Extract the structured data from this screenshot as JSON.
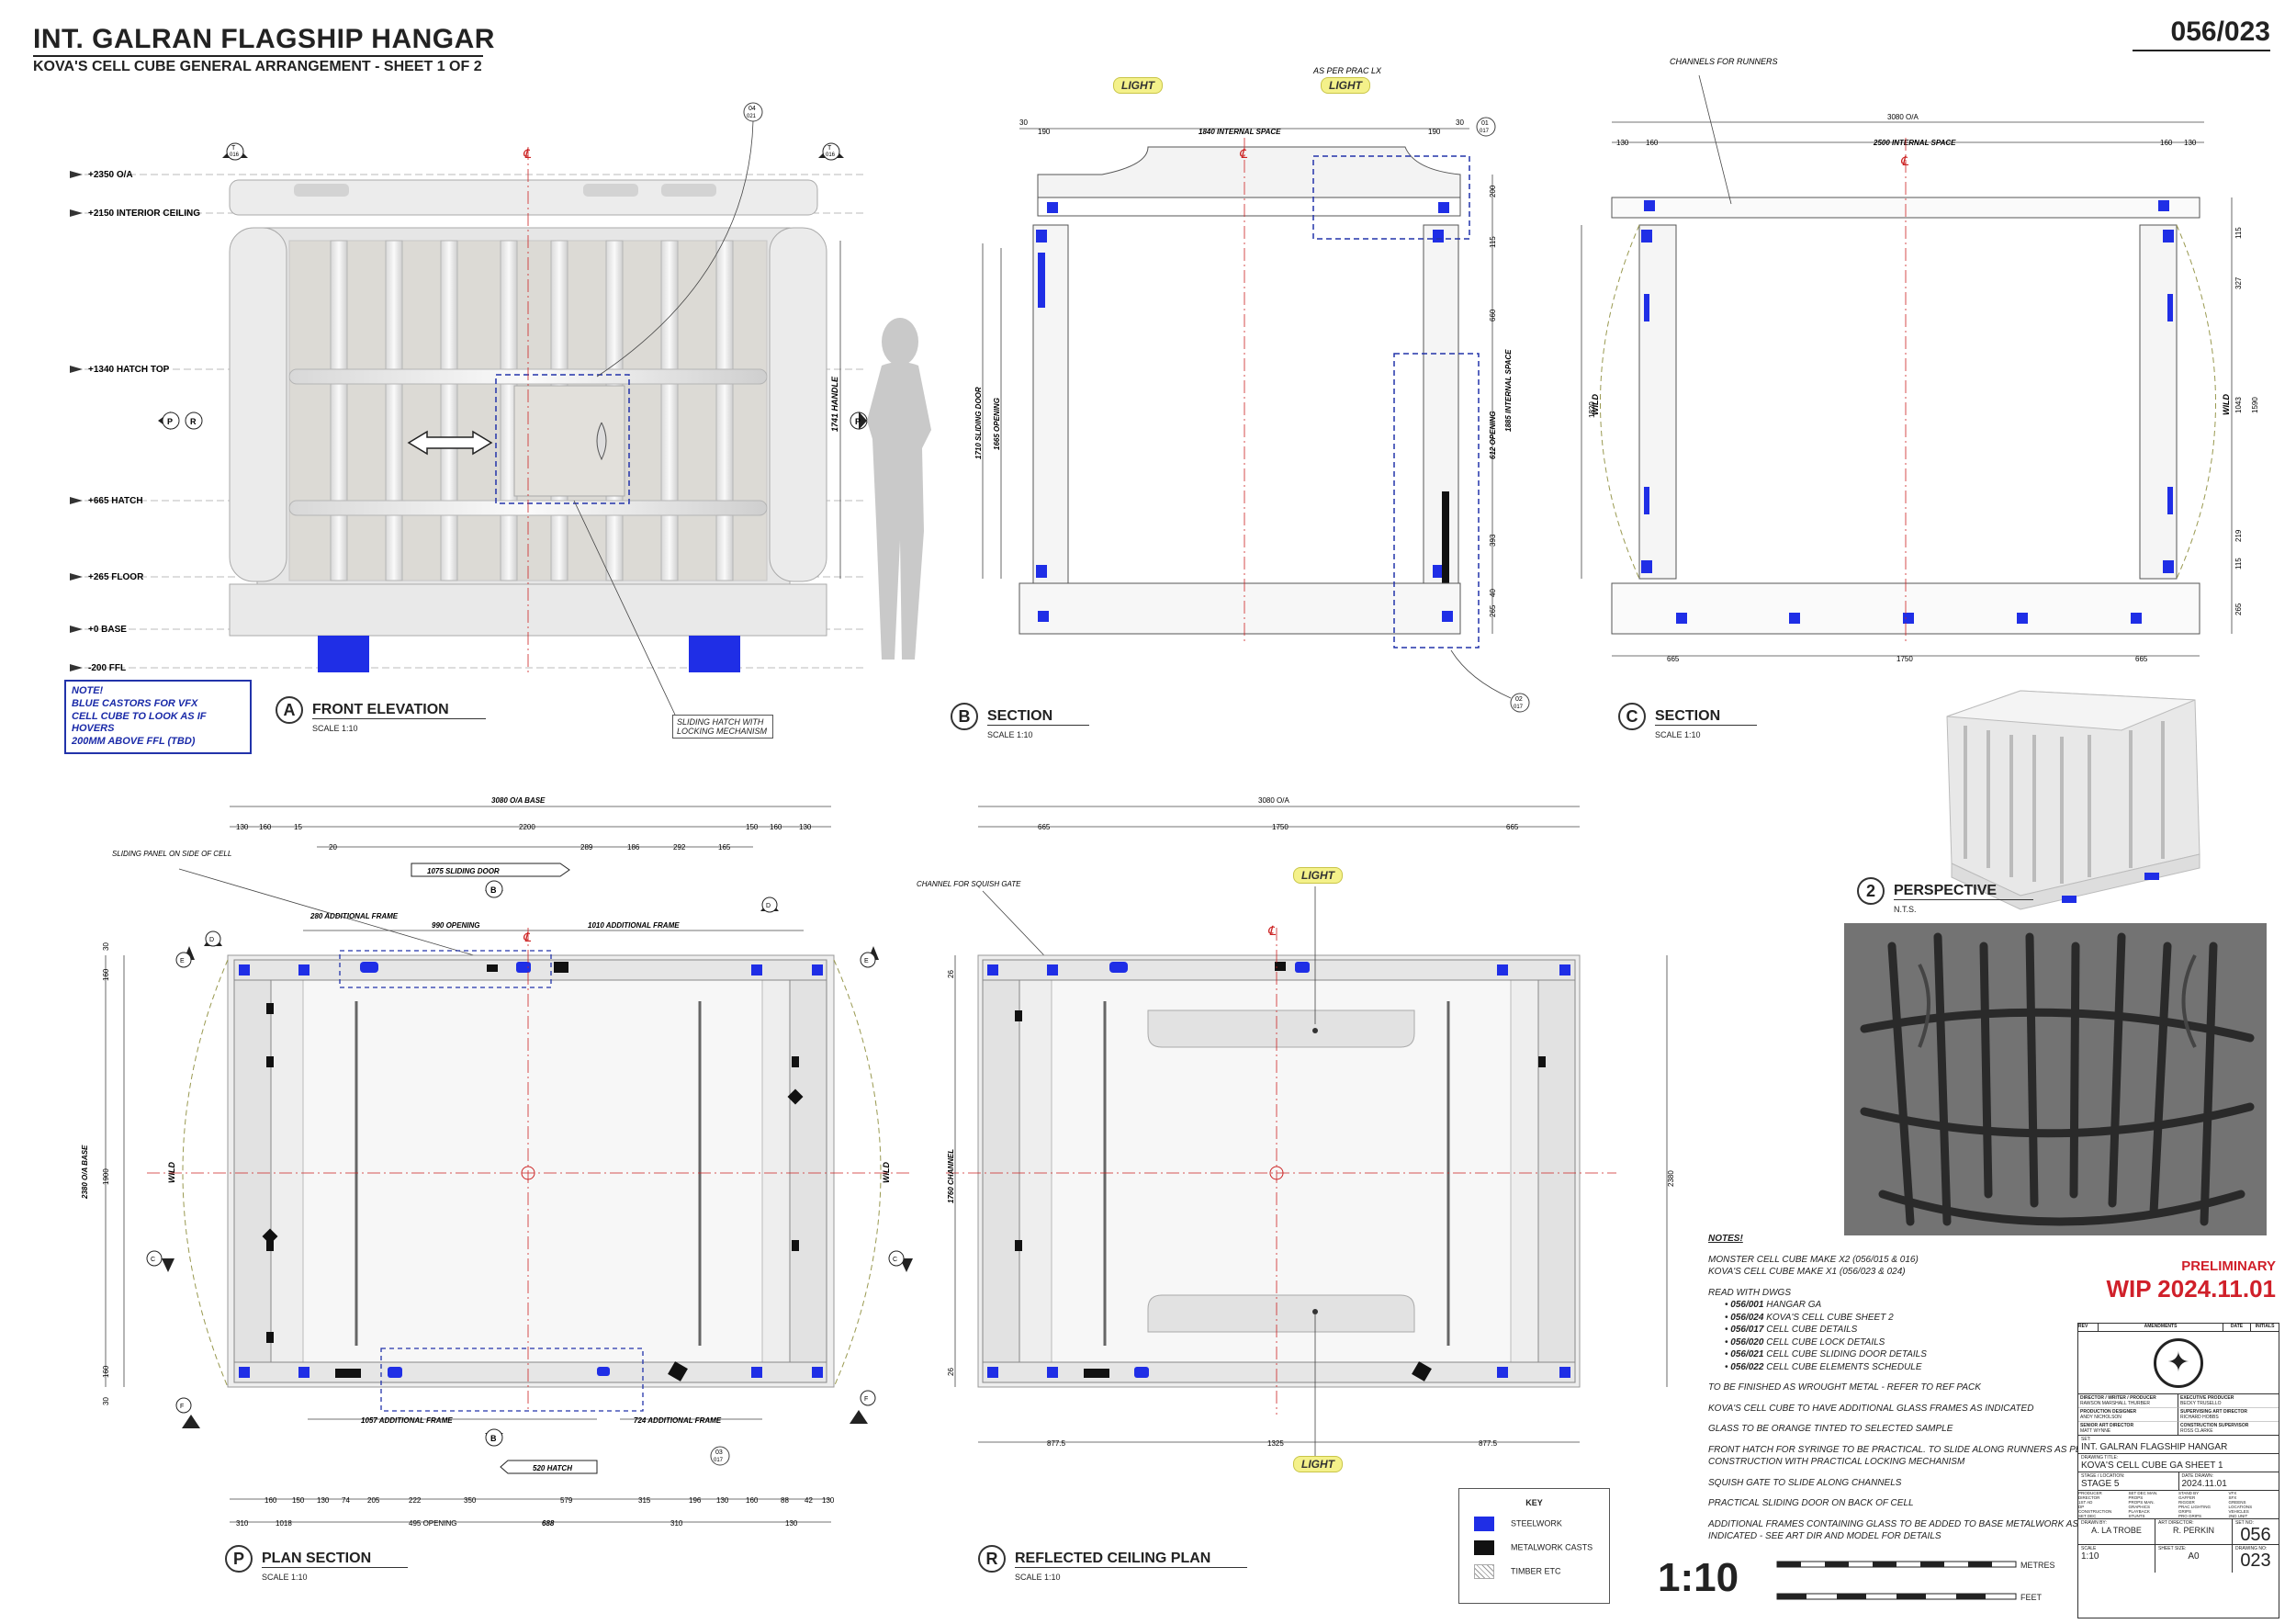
{
  "header": {
    "title": "INT. GALRAN FLAGSHIP HANGAR",
    "subtitle": "KOVA'S CELL CUBE GENERAL ARRANGEMENT - SHEET 1 OF 2",
    "sheet_ref": "056/023"
  },
  "views": {
    "a": {
      "letter": "A",
      "title": "FRONT ELEVATION",
      "scale": "SCALE 1:10"
    },
    "b": {
      "letter": "B",
      "title": "SECTION",
      "scale": "SCALE 1:10"
    },
    "c": {
      "letter": "C",
      "title": "SECTION",
      "scale": "SCALE 1:10"
    },
    "perspective": {
      "letter": "2",
      "title": "PERSPECTIVE",
      "scale": "N.T.S."
    },
    "p": {
      "letter": "P",
      "title": "PLAN SECTION",
      "scale": "SCALE 1:10"
    },
    "r": {
      "letter": "R",
      "title": "REFLECTED CEILING PLAN",
      "scale": "SCALE 1:10"
    }
  },
  "levels": [
    "+2350 O/A",
    "+2150 INTERIOR CEILING",
    "+1340 HATCH TOP",
    "+665 HATCH",
    "+265 FLOOR",
    "+0 BASE",
    "-200 FFL"
  ],
  "callouts": {
    "sliding_hatch": "SLIDING HATCH WITH LOCKING MECHANISM",
    "as_per_prac": "AS PER PRAC LX",
    "channels_runners": "CHANNELS FOR RUNNERS",
    "sliding_panel": "SLIDING PANEL ON SIDE OF CELL",
    "channel_squish": "CHANNEL FOR SQUISH GATE",
    "light": "LIGHT",
    "wild": "WILD",
    "handle": "1741 HANDLE",
    "ref_04": "04",
    "ref_04b": "021",
    "ref_01": "01",
    "ref_01b": "017",
    "ref_02": "02",
    "ref_02b": "017",
    "ref_03": "03",
    "ref_03b": "017"
  },
  "note_box": {
    "lines": [
      "NOTE!",
      "BLUE CASTORS FOR VFX",
      "CELL CUBE TO LOOK AS IF HOVERS",
      "200MM ABOVE FFL (TBD)"
    ]
  },
  "dims": {
    "b_top": [
      "30",
      "190",
      "1840 INTERNAL SPACE",
      "190",
      "30"
    ],
    "b_side": [
      "1710 SLIDING DOOR",
      "1665 OPENING"
    ],
    "b_right": [
      "200",
      "115",
      "660",
      "612 OPENING",
      "393",
      "40",
      "265",
      "1885 INTERNAL SPACE"
    ],
    "c_top": [
      "3080 O/A",
      "130",
      "160",
      "2500 INTERNAL SPACE",
      "160",
      "130"
    ],
    "c_bottom": [
      "665",
      "1750",
      "665"
    ],
    "c_right": [
      "115",
      "327",
      "1043",
      "1590",
      "219",
      "115",
      "265",
      "1820"
    ],
    "p_top": [
      "3080 O/A BASE",
      "130",
      "160",
      "15",
      "2200",
      "150",
      "160",
      "130",
      "20",
      "289",
      "186",
      "292",
      "165",
      "1075 SLIDING DOOR",
      "280 ADDITIONAL FRAME",
      "990 OPENING",
      "1010 ADDITIONAL FRAME"
    ],
    "p_left": [
      "30",
      "160",
      "2380 O/A BASE",
      "1900",
      "160",
      "30"
    ],
    "p_bottom": [
      "1057 ADDITIONAL FRAME",
      "724 ADDITIONAL FRAME",
      "520 HATCH",
      "160",
      "150",
      "130",
      "74",
      "205",
      "222",
      "350",
      "579",
      "315",
      "196",
      "130",
      "160",
      "88",
      "42",
      "130",
      "310",
      "1018",
      "495 OPENING",
      "688",
      "310",
      "130"
    ],
    "r_top": [
      "3080 O/A",
      "665",
      "1750",
      "665"
    ],
    "r_left": [
      "26",
      "1760 CHANNEL",
      "26"
    ],
    "r_right": [
      "2380"
    ],
    "r_bottom": [
      "877.5",
      "1325",
      "877.5"
    ]
  },
  "notes": {
    "heading": "NOTES!",
    "p1": [
      "MONSTER CELL CUBE MAKE X2 (056/015 & 016)",
      "KOVA'S CELL CUBE MAKE X1 (056/023 & 024)"
    ],
    "read_with": "READ WITH DWGS",
    "dwgs": [
      {
        "no": "056/001",
        "name": "HANGAR GA"
      },
      {
        "no": "056/024",
        "name": "KOVA'S CELL CUBE SHEET 2"
      },
      {
        "no": "056/017",
        "name": "CELL CUBE DETAILS"
      },
      {
        "no": "056/020",
        "name": "CELL CUBE LOCK DETAILS"
      },
      {
        "no": "056/021",
        "name": "CELL CUBE SLIDING DOOR DETAILS"
      },
      {
        "no": "056/022",
        "name": "CELL CUBE ELEMENTS SCHEDULE"
      }
    ],
    "items": [
      "TO BE FINISHED AS WROUGHT METAL - REFER TO REF PACK",
      "KOVA'S CELL CUBE TO HAVE ADDITIONAL GLASS FRAMES AS INDICATED",
      "GLASS TO BE ORANGE TINTED TO SELECTED SAMPLE",
      "FRONT HATCH FOR SYRINGE TO BE PRACTICAL. TO SLIDE ALONG RUNNERS AS PER CONSTRUCTION WITH PRACTICAL LOCKING MECHANISM",
      "SQUISH GATE TO SLIDE ALONG CHANNELS",
      "PRACTICAL SLIDING DOOR ON BACK OF CELL",
      "ADDITIONAL FRAMES CONTAINING GLASS TO BE ADDED TO BASE METALWORK AS INDICATED - SEE ART DIR AND MODEL FOR DETAILS"
    ]
  },
  "key": {
    "title": "KEY",
    "items": [
      {
        "label": "STEELWORK",
        "color": "#1f2ee6"
      },
      {
        "label": "METALWORK CASTS",
        "color": "#111111"
      },
      {
        "label": "TIMBER ETC",
        "color": "#cccccc"
      }
    ]
  },
  "scale_bar": {
    "big": "1:10",
    "metres": "METRES",
    "feet": "FEET"
  },
  "title_block": {
    "preliminary": "PRELIMINARY",
    "wip": "WIP  2024.11.01",
    "rev_headers": [
      "REV",
      "AMENDMENTS",
      "DATE",
      "INITIALS"
    ],
    "crew": [
      {
        "role": "DIRECTOR / WRITER / PRODUCER",
        "name": "RAWSON MARSHALL THURBER"
      },
      {
        "role": "EXECUTIVE PRODUCER",
        "name": "BECKY TRUSELLO"
      },
      {
        "role": "PRODUCTION DESIGNER",
        "name": "ANDY NICHOLSON"
      },
      {
        "role": "SUPERVISING ART DIRECTOR",
        "name": "RICHARD HOBBS"
      },
      {
        "role": "SENIOR ART DIRECTOR",
        "name": "MATT WYNNE"
      },
      {
        "role": "CONSTRUCTION SUPERVISOR",
        "name": "ROSS CLARKE"
      }
    ],
    "set_label": "SET:",
    "set": "INT. GALRAN FLAGSHIP HANGAR",
    "drawing_title_label": "DRAWING TITLE:",
    "drawing_title": "KOVA'S CELL CUBE GA SHEET 1",
    "stage_label": "STAGE / LOCATION:",
    "stage": "STAGE 5",
    "date_label": "DATE DRAWN:",
    "date": "2024.11.01",
    "depts": [
      "PRODUCER",
      "SET DEC MAN.",
      "STAND BY",
      "VFX",
      "DIRECTOR",
      "PROPS",
      "GAFFER",
      "SFX",
      "1ST AD",
      "PROPS MAN.",
      "RIGGER",
      "GREENS",
      "DP",
      "GRAPHICS",
      "PRAC LIGHTING",
      "LOCATIONS",
      "CONSTRUCTION",
      "PLAYBACK",
      "GRIPS",
      "VEHICLES",
      "SET DEC",
      "STUNTS",
      "PRO GRIPS",
      "2ND UNIT"
    ],
    "drawn_by_label": "DRAWN BY:",
    "drawn_by": "A. LA TROBE",
    "art_director_label": "ART DIRECTOR:",
    "art_director": "R. PERKIN",
    "set_no_label": "SET NO:",
    "set_no": "056",
    "scale_label": "SCALE",
    "scale": "1:10",
    "sheet_size_label": "SHEET SIZE:",
    "sheet_size": "A0",
    "drawing_no_label": "DRAWING NO:",
    "drawing_no": "023"
  },
  "colors": {
    "steel": "#1f2ee6",
    "cast": "#111111",
    "centerline": "#cc2222",
    "dashed_blue": "#2233aa",
    "wip_red": "#d0202a",
    "light_badge": "#f4f18a"
  }
}
